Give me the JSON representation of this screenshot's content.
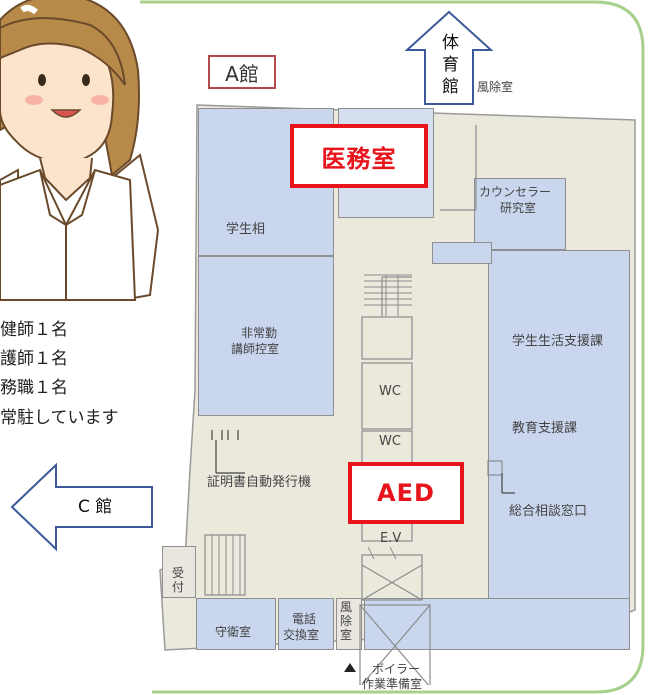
{
  "building_label": "A館",
  "arrow_top": [
    "体",
    "育",
    "館"
  ],
  "arrow_left": "C 館",
  "highlight": {
    "infirmary": "医務室",
    "aed": "AED"
  },
  "rooms": {
    "wind_room_top": "風除室",
    "counselor": [
      "カウンセラー",
      "研究室"
    ],
    "student_consult": "学生相",
    "part_time": [
      "非常勤",
      "講師控室"
    ],
    "student_support": "学生生活支援課",
    "wc1": "WC",
    "wc2": "WC",
    "education_support": "教育支援課",
    "certificate": "証明書自動発行機",
    "general_consult": "総合相談窓口",
    "ev": "E.V",
    "reception": [
      "受",
      "付"
    ],
    "guard": "守衛室",
    "phone": [
      "電話",
      "交換室"
    ],
    "wind_room_bottom": [
      "風",
      "除",
      "室"
    ],
    "boiler": [
      "ボイラー",
      "作業準備室"
    ]
  },
  "staff_lines": [
    "健師１名",
    "護師１名",
    "務職１名",
    "常駐しています"
  ],
  "colors": {
    "frame": "#a8d08d",
    "room": "#c9d6ee",
    "highlight": "#e8141c",
    "arrow": "#3c5a99"
  }
}
